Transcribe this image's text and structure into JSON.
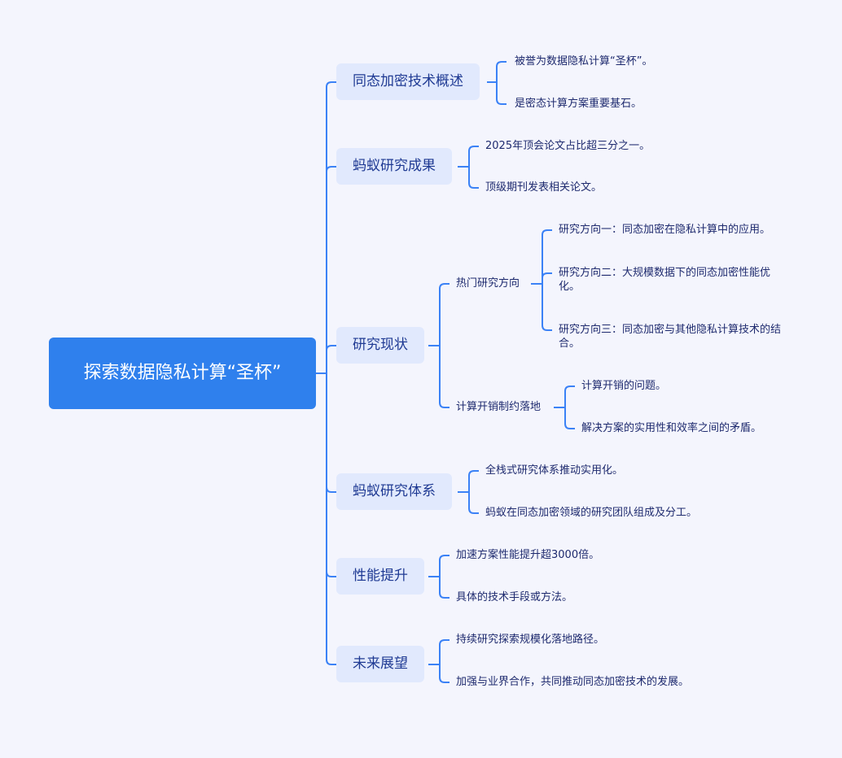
{
  "root": {
    "label": "探索数据隐私计算“圣杯”"
  },
  "colors": {
    "background": "#f4f5fd",
    "root": "#2f80ed",
    "node": "#e1e9fd",
    "line": "#3b82f6",
    "text": "#1e2a6e"
  },
  "branches": [
    {
      "label": "同态加密技术概述",
      "children": [
        "被誉为数据隐私计算“圣杯”。",
        "是密态计算方案重要基石。"
      ]
    },
    {
      "label": "蚂蚁研究成果",
      "children": [
        "2025年顶会论文占比超三分之一。",
        "顶级期刊发表相关论文。"
      ]
    },
    {
      "label": "研究现状",
      "children": [
        {
          "label": "热门研究方向",
          "children": [
            "研究方向一：同态加密在隐私计算中的应用。",
            "研究方向二：大规模数据下的同态加密性能优化。",
            "研究方向三：同态加密与其他隐私计算技术的结合。"
          ]
        },
        {
          "label": "计算开销制约落地",
          "children": [
            "计算开销的问题。",
            "解决方案的实用性和效率之间的矛盾。"
          ]
        }
      ]
    },
    {
      "label": "蚂蚁研究体系",
      "children": [
        "全栈式研究体系推动实用化。",
        "蚂蚁在同态加密领域的研究团队组成及分工。"
      ]
    },
    {
      "label": "性能提升",
      "children": [
        "加速方案性能提升超3000倍。",
        "具体的技术手段或方法。"
      ]
    },
    {
      "label": "未来展望",
      "children": [
        "持续研究探索规模化落地路径。",
        "加强与业界合作，共同推动同态加密技术的发展。"
      ]
    }
  ]
}
